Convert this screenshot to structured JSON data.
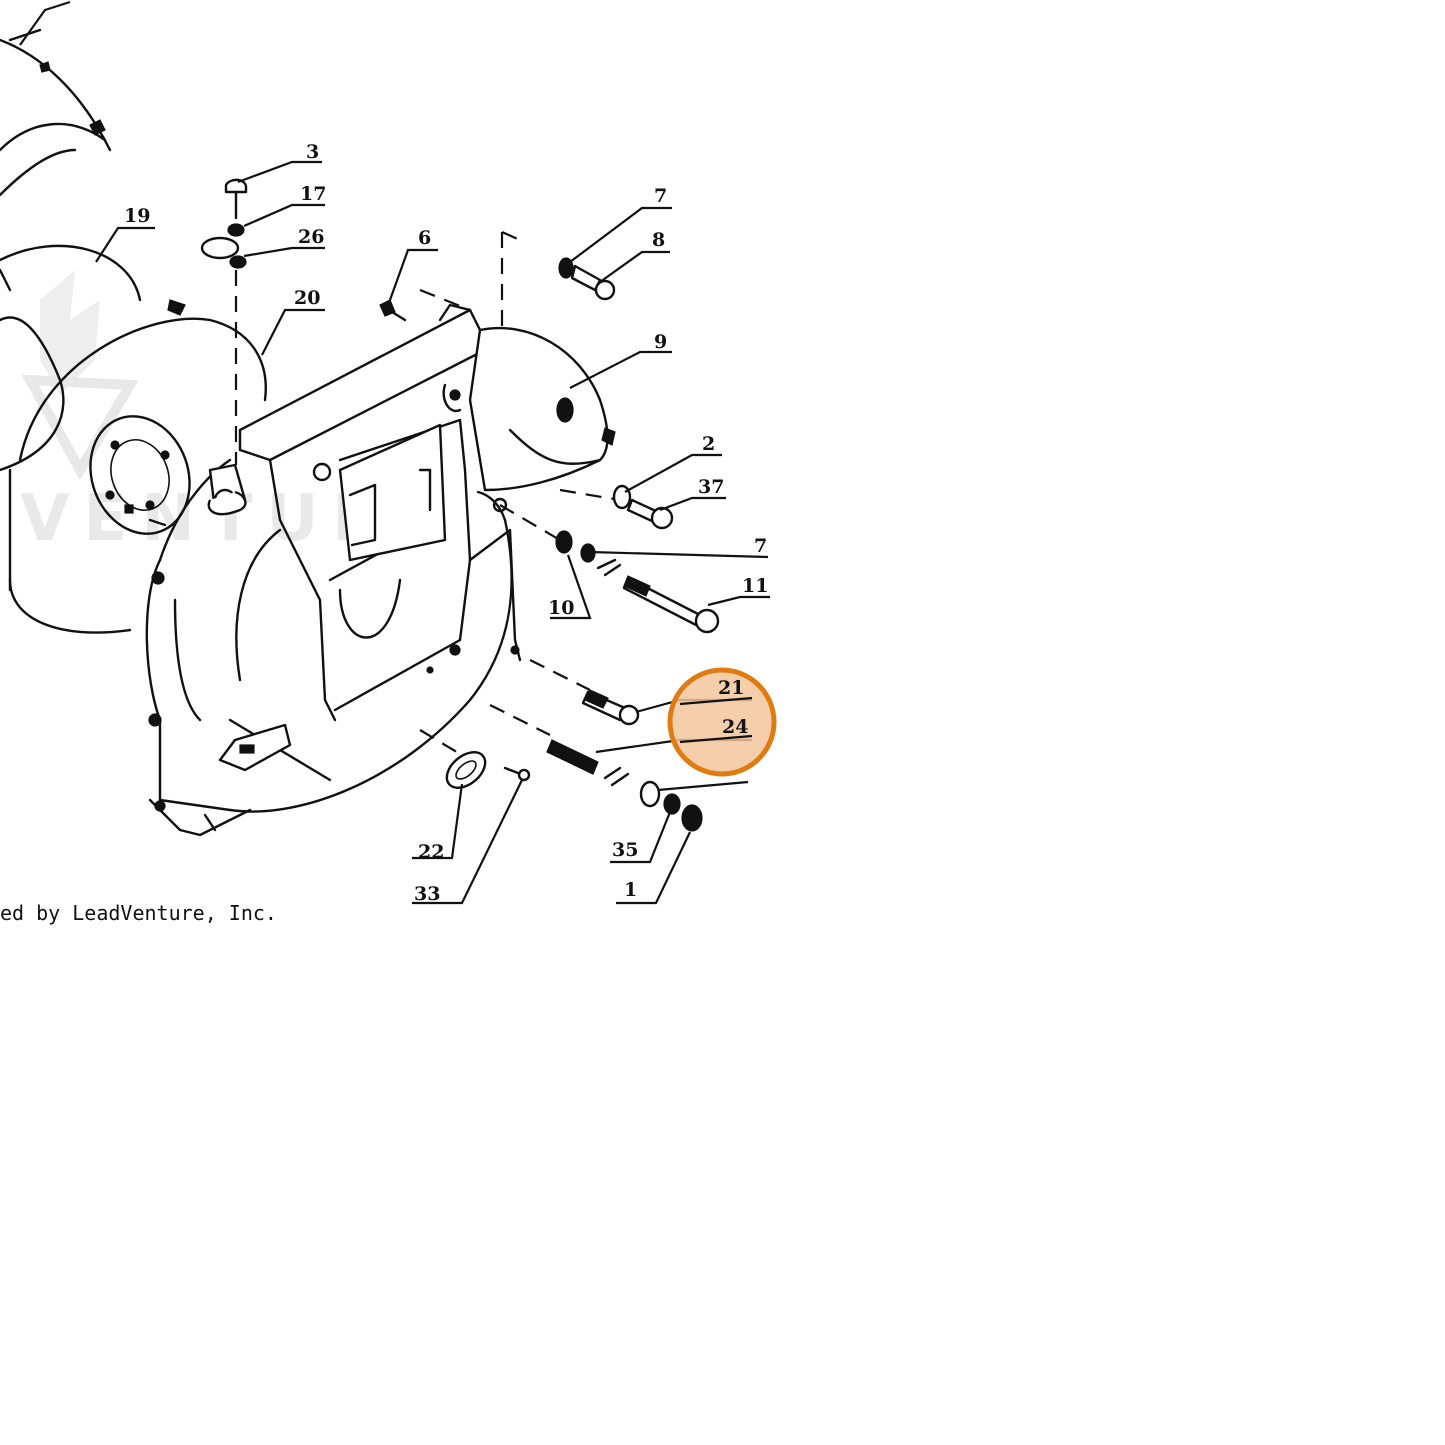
{
  "copyright": "ed by LeadVenture, Inc.",
  "watermark": "VENTURE",
  "highlight_color": "#e07b0f",
  "highlight_fill": "#f3c79c",
  "callouts": {
    "p3": "3",
    "p17": "17",
    "p26": "26",
    "p19": "19",
    "p20": "20",
    "p6": "6",
    "p7a": "7",
    "p8": "8",
    "p9": "9",
    "p2": "2",
    "p37": "37",
    "p7b": "7",
    "p11": "11",
    "p10": "10",
    "p21": "21",
    "p24": "24",
    "p22": "22",
    "p33": "33",
    "p35": "35",
    "p1": "1"
  }
}
